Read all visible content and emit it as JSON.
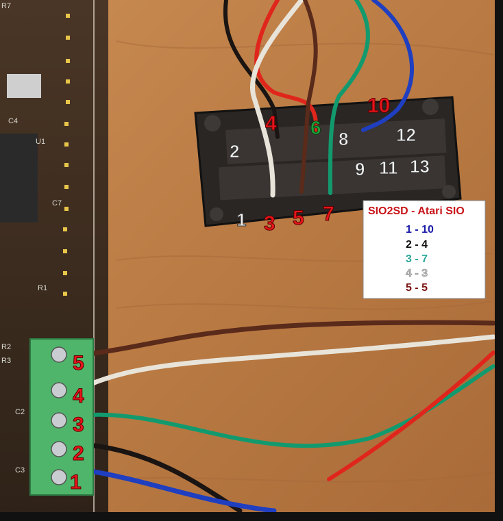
{
  "legend": {
    "title": "SIO2SD - Atari SIO",
    "mappings": [
      {
        "text": "1 - 10",
        "color": "#1a1aa8"
      },
      {
        "text": "2 - 4",
        "color": "#111111"
      },
      {
        "text": "3 - 7",
        "color": "#2aa89a"
      },
      {
        "text": "4 - 3",
        "color": "#c8c8c8"
      },
      {
        "text": "5 - 5",
        "color": "#7a1010"
      }
    ]
  },
  "sio_connector_pins": {
    "p1": "1",
    "p2": "2",
    "p3": "3",
    "p4": "4",
    "p5": "5",
    "p6": "6",
    "p7": "7",
    "p8": "8",
    "p9": "9",
    "p10": "10",
    "p11": "11",
    "p12": "12",
    "p13": "13"
  },
  "terminal_block_pins": {
    "t1": "1",
    "t2": "2",
    "t3": "3",
    "t4": "4",
    "t5": "5"
  },
  "pcb_silkscreen": {
    "r7": "R7",
    "c4": "C4",
    "u1": "U1",
    "c7": "C7",
    "r1": "R1",
    "r2": "R2",
    "r3": "R3",
    "c2": "C2",
    "c3": "C3"
  },
  "colors": {
    "wood": "#b97a43",
    "pcb": "#3a2a1c",
    "terminal": "#4fb56a",
    "wire_blue": "#1f3fc0",
    "wire_black": "#1a1412",
    "wire_green": "#129a6e",
    "wire_white": "#e8e4da",
    "wire_brown": "#5a2a1a",
    "wire_red": "#e0261c"
  }
}
